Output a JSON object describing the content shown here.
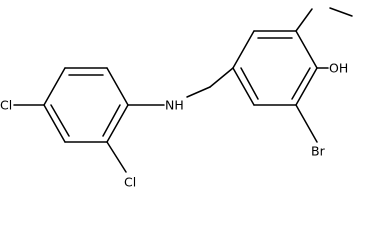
{
  "molecule": {
    "atom_labels": {
      "chlorine_para": "Cl",
      "chlorine_ortho": "Cl",
      "amine": "NH",
      "hydroxyl": "OH",
      "bromine": "Br"
    }
  }
}
